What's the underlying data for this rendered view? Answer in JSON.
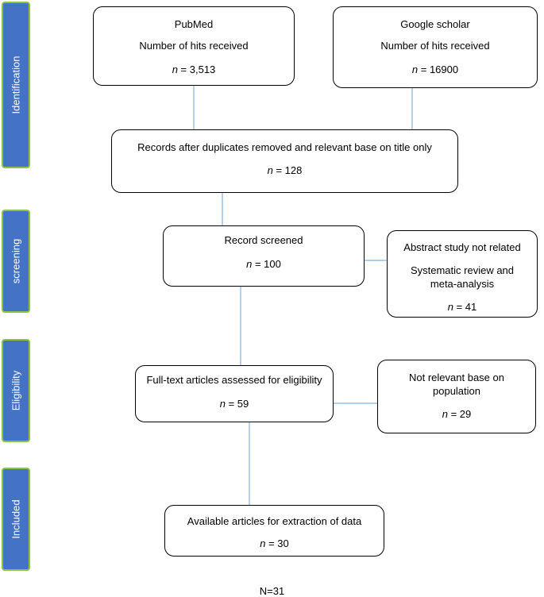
{
  "stages": {
    "identification": "Identification",
    "screening": "screening",
    "eligibility": "Eligibility",
    "included": "Included"
  },
  "boxes": {
    "pubmed": {
      "title": "PubMed",
      "line": "Number of hits received",
      "n_label": "n",
      "n_value": " = 3,513"
    },
    "scholar": {
      "title": "Google scholar",
      "line": "Number of hits received",
      "n_label": "n",
      "n_value": " = 16900"
    },
    "dedup": {
      "title": "Records after duplicates removed and relevant base on title only",
      "n_label": "n",
      "n_value": " = 128"
    },
    "screened": {
      "title": "Record screened",
      "n_label": "n",
      "n_value": " = 100"
    },
    "abstract_excluded": {
      "line1": "Abstract study not related",
      "line2": "Systematic review and",
      "line3": "meta-analysis",
      "n_label": "n",
      "n_value": " = 41"
    },
    "fulltext": {
      "title": "Full-text articles assessed for eligibility",
      "n_label": "n",
      "n_value": " = 59"
    },
    "not_relevant": {
      "line1": "Not relevant base on",
      "line2": "population",
      "n_label": "n",
      "n_value": " = 29"
    },
    "included": {
      "title": "Available articles for extraction of data",
      "n_label": "n",
      "n_value": " = 30"
    }
  },
  "footer": "N=31",
  "colors": {
    "stage_fill": "#4472c4",
    "stage_border": "#8cc63f",
    "connector": "#7fb3e0"
  }
}
